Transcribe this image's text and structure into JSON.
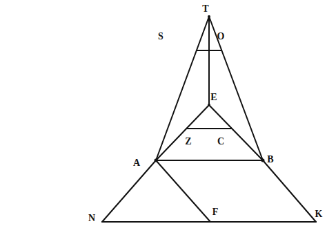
{
  "diagram": {
    "labels": [
      "T",
      "S",
      "O",
      "E",
      "Z",
      "C",
      "A",
      "B",
      "N",
      "F",
      "K"
    ]
  }
}
